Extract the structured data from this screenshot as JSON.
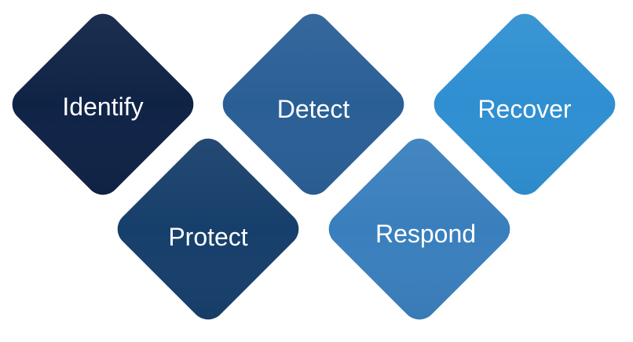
{
  "diagram": {
    "items": [
      {
        "label": "Identify",
        "color": "#0f2346"
      },
      {
        "label": "Protect",
        "color": "#173f6b"
      },
      {
        "label": "Detect",
        "color": "#2a5f96"
      },
      {
        "label": "Respond",
        "color": "#3a7fbd"
      },
      {
        "label": "Recover",
        "color": "#2f8fd1"
      }
    ]
  }
}
